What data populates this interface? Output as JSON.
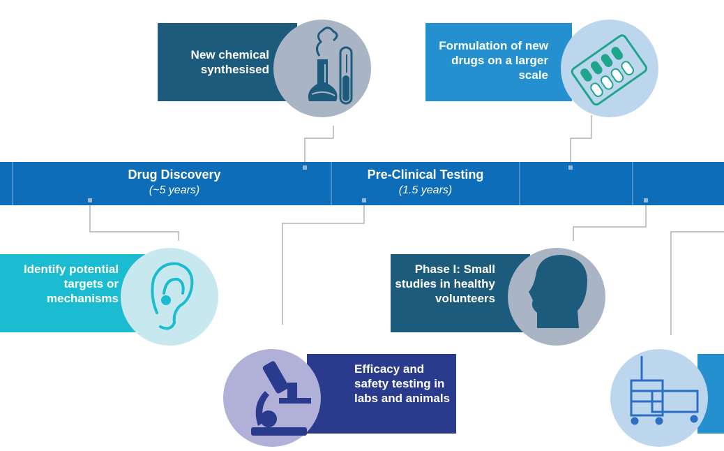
{
  "colors": {
    "band": "#0e6db8",
    "connector": "#a0a0a0",
    "box_chemical": "#1c5b7c",
    "box_formulation": "#2490cf",
    "box_targets": "#1bbbd1",
    "box_phase1": "#1c5b7c",
    "box_efficacy": "#2a3a8c",
    "circle_chemical": "#a9b4c4",
    "circle_formulation": "#bcd6ee",
    "circle_targets": "#c8e8f0",
    "circle_phase1": "#a9b4c4",
    "circle_efficacy": "#b0b0d8",
    "circle_beds": "#bcd6ee"
  },
  "stages": [
    {
      "title": "Drug Discovery",
      "duration": "(~5 years)"
    },
    {
      "title": "Pre-Clinical Testing",
      "duration": "(1.5 years)"
    }
  ],
  "steps": {
    "chemical": {
      "label": "New chemical synthesised",
      "icon": "lab-flask-icon"
    },
    "formulation": {
      "label": "Formulation of new drugs on a larger scale",
      "icon": "pill-blister-icon"
    },
    "targets": {
      "label": "Identify potential targets or mechanisms",
      "icon": "ear-icon"
    },
    "phase1": {
      "label": "Phase I: Small studies in healthy volunteers",
      "icon": "human-head-icon"
    },
    "efficacy": {
      "label": "Efficacy and safety testing in labs and animals",
      "icon": "microscope-icon"
    },
    "beds": {
      "label": "",
      "icon": "hospital-bed-icon"
    }
  }
}
